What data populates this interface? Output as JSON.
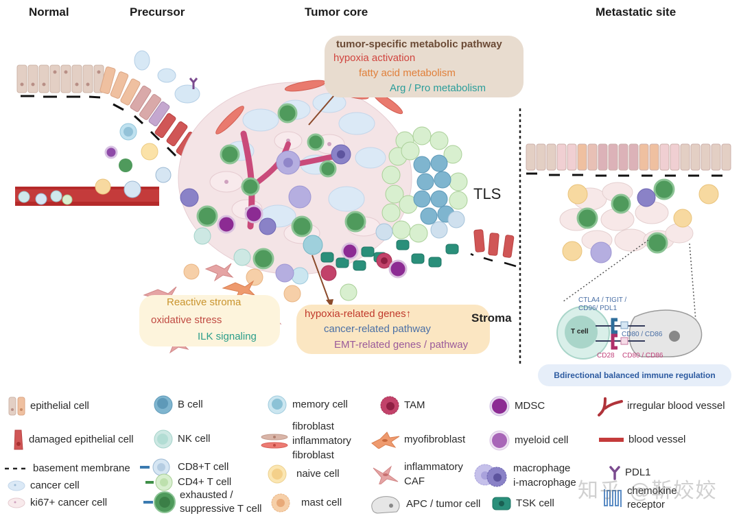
{
  "stages": {
    "normal": "Normal",
    "precursor": "Precursor",
    "tumor_core": "Tumor core",
    "metastatic": "Metastatic site"
  },
  "metabolic_box": {
    "title": "tumor-specific metabolic pathway",
    "line1": "hypoxia  activation",
    "line2": "fatty acid metabolism",
    "line3": "Arg / Pro  metabolism",
    "colors": {
      "title": "#6b4a35",
      "line1": "#d0453f",
      "line2": "#e07f3a",
      "line3": "#2a9d9a",
      "bg": "#e8dccf"
    }
  },
  "reactive_box": {
    "line1": "Reactive stroma",
    "line2": "oxidative stress",
    "line3": "ILK signaling",
    "colors": {
      "line1": "#c9942e",
      "line2": "#c04a42",
      "line3": "#2a9d8a",
      "bg": "#fdf4dc"
    }
  },
  "stroma_box": {
    "line1": "hypoxia-related genes",
    "arrow": "↑",
    "line2": "cancer-related pathway",
    "line3": "EMT-related  genes / pathway",
    "colors": {
      "line1": "#c0392b",
      "line2": "#4a6fa5",
      "line3": "#9a5a9a",
      "bg": "#fbe6c2"
    }
  },
  "labels": {
    "tls": "TLS",
    "stroma": "Stroma"
  },
  "immune_detail": {
    "t_cell": "T cell",
    "inhibitory": "CTLA4 / TIGIT /",
    "inhibitory2": "CD96/ PDL1",
    "ligand1": "CD80 / CD86",
    "cd28": "CD28",
    "ligand2": "CD80 / CD86",
    "caption": "Bdirectional balanced immune regulation"
  },
  "legend": [
    {
      "icon": "epithelial-cell-icon",
      "label": "epithelial cell"
    },
    {
      "icon": "damaged-epithelial-cell-icon",
      "label": "damaged epithelial cell"
    },
    {
      "icon": "basement-membrane-icon",
      "label": "basement membrane"
    },
    {
      "icon": "cancer-cell-icon",
      "label": "cancer cell"
    },
    {
      "icon": "ki67-cancer-cell-icon",
      "label": "ki67+ cancer cell"
    },
    {
      "icon": "b-cell-icon",
      "label": "B cell"
    },
    {
      "icon": "nk-cell-icon",
      "label": "NK cell"
    },
    {
      "icon": "cd8-t-cell-icon",
      "label": "CD8+T cell"
    },
    {
      "icon": "cd4-t-cell-icon",
      "label": "CD4+ T cell"
    },
    {
      "icon": "exhausted-t-cell-icon",
      "label": "exhausted /",
      "label2": "suppressive  T cell"
    },
    {
      "icon": "memory-cell-icon",
      "label": "memory cell"
    },
    {
      "icon": "fibroblast-icon",
      "label": "fibroblast",
      "label2": "inflammatory",
      "label3": "fibroblast"
    },
    {
      "icon": "naive-cell-icon",
      "label": "naive cell"
    },
    {
      "icon": "mast-cell-icon",
      "label": "mast cell"
    },
    {
      "icon": "tam-icon",
      "label": "TAM"
    },
    {
      "icon": "myofibroblast-icon",
      "label": "myofibroblast"
    },
    {
      "icon": "inflammatory-caf-icon",
      "label": "inflammatory",
      "label2": "CAF"
    },
    {
      "icon": "apc-tumor-cell-icon",
      "label": "APC / tumor cell"
    },
    {
      "icon": "mdsc-icon",
      "label": "MDSC"
    },
    {
      "icon": "myeloid-cell-icon",
      "label": "myeloid cell"
    },
    {
      "icon": "macrophage-icon",
      "label": "macrophage",
      "label2": "i-macrophage"
    },
    {
      "icon": "tsk-cell-icon",
      "label": "TSK cell"
    },
    {
      "icon": "irregular-blood-vessel-icon",
      "label": "irregular blood vessel"
    },
    {
      "icon": "blood-vessel-icon",
      "label": "blood vessel"
    },
    {
      "icon": "pdl1-icon",
      "label": "PDL1"
    },
    {
      "icon": "chemokine-receptor-icon",
      "label": "chemokine",
      "label2": "receptor"
    }
  ],
  "watermark": "知乎 @靳姣姣"
}
